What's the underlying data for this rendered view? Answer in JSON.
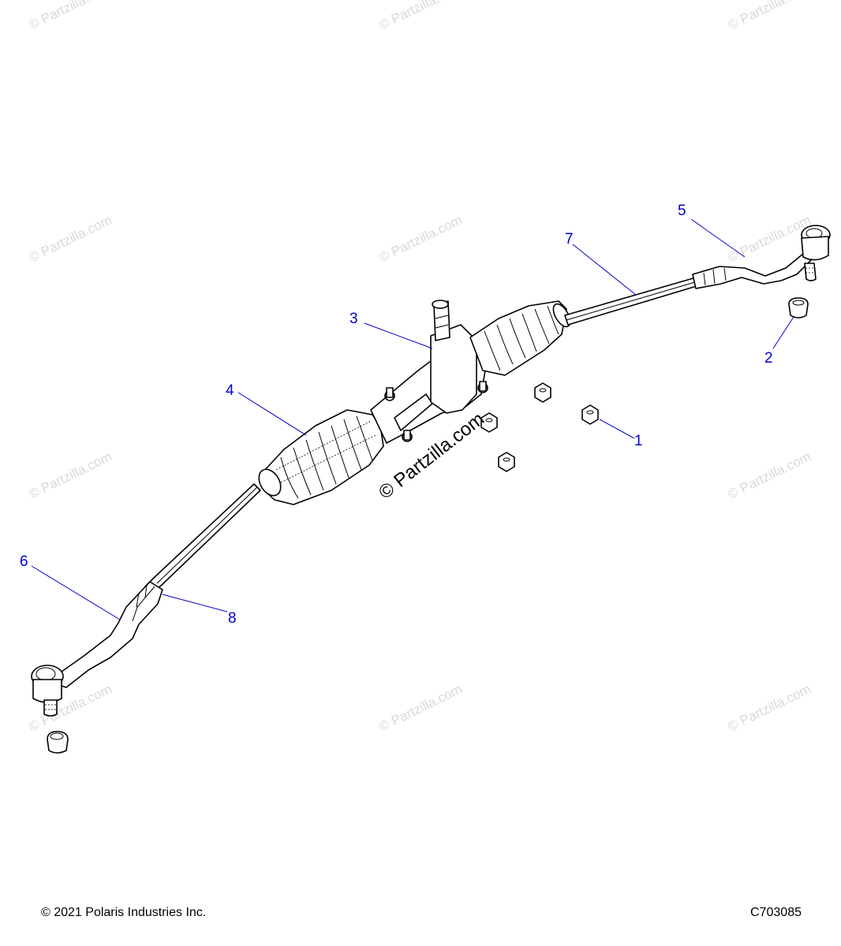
{
  "watermark": "© Partzilla.com",
  "center_watermark": "© Partzilla.com",
  "callouts": [
    {
      "id": "1",
      "label": "1"
    },
    {
      "id": "2",
      "label": "2"
    },
    {
      "id": "3",
      "label": "3"
    },
    {
      "id": "4",
      "label": "4"
    },
    {
      "id": "5",
      "label": "5"
    },
    {
      "id": "6",
      "label": "6"
    },
    {
      "id": "7",
      "label": "7"
    },
    {
      "id": "8",
      "label": "8"
    }
  ],
  "footer": {
    "copyright": "© 2021 Polaris Industries Inc.",
    "diagram_code": "C703085"
  },
  "colors": {
    "callout": "#0000cc",
    "watermark": "#d9d9d9",
    "line_art": "#000000"
  }
}
